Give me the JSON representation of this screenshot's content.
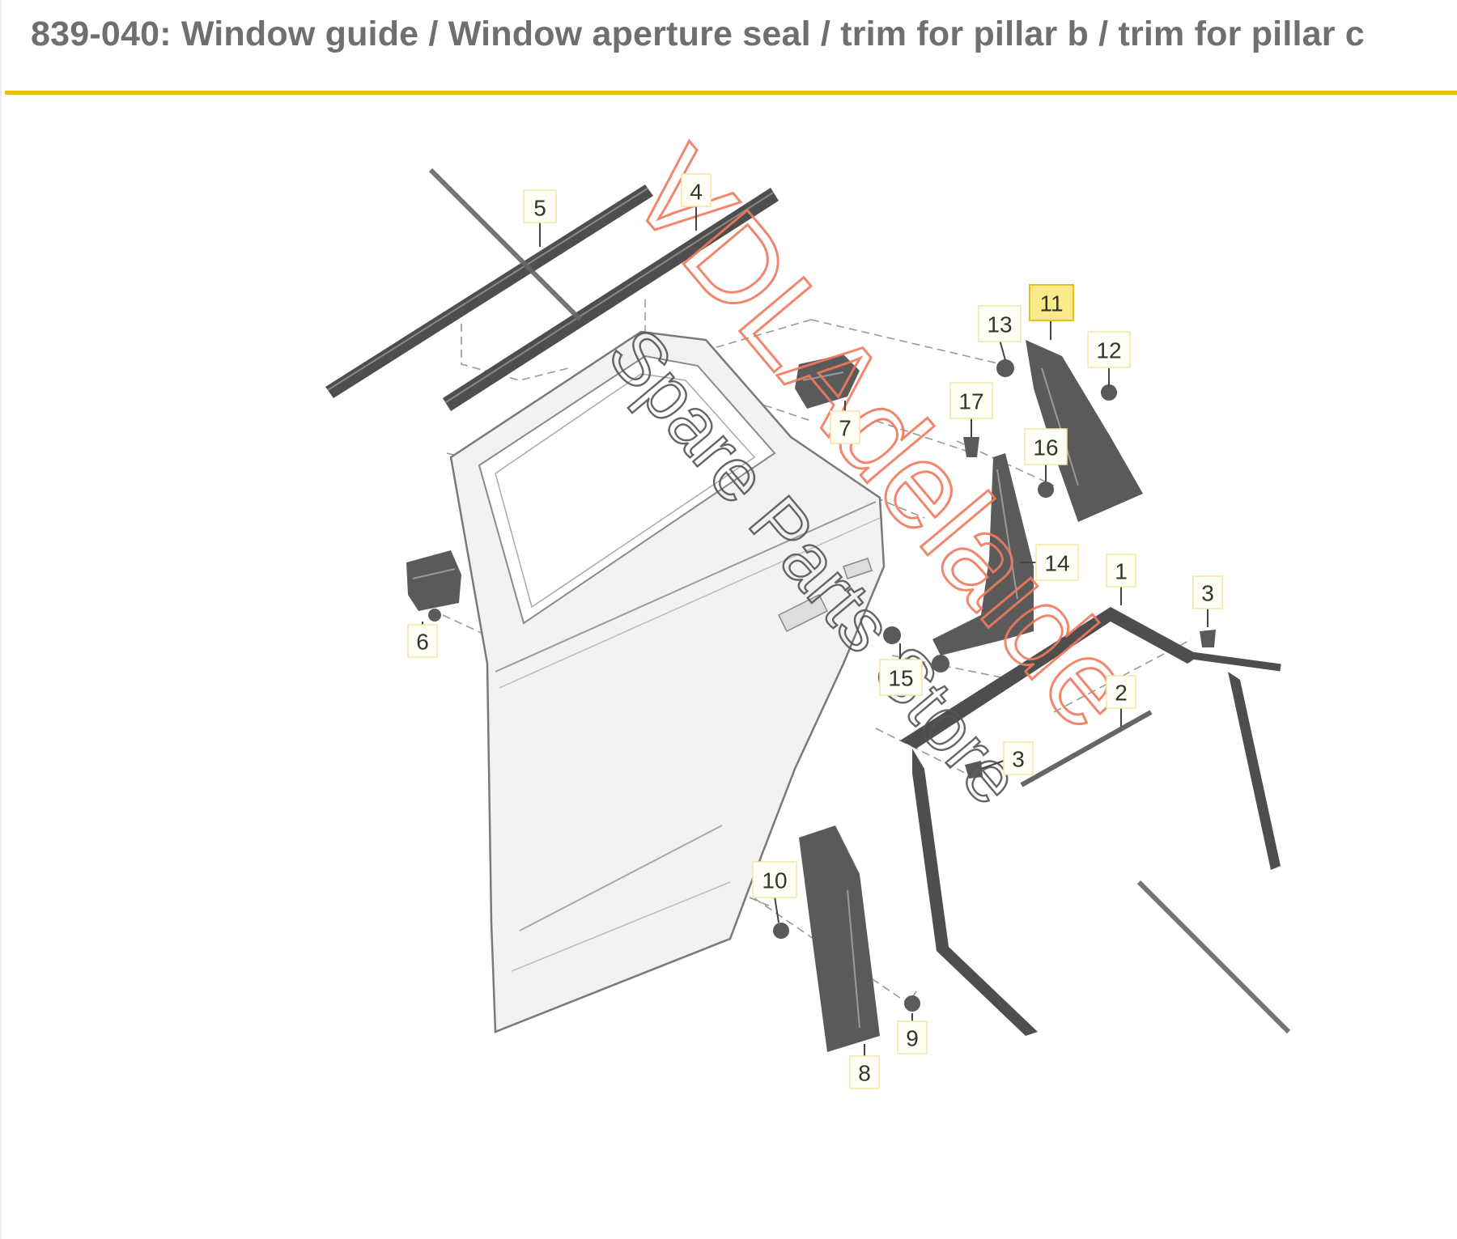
{
  "header": {
    "title": "839-040: Window guide / Window aperture seal / trim for pillar b / trim for pillar c",
    "rule_color": "#e8c01c"
  },
  "callouts": [
    {
      "id": "5",
      "label": "5"
    },
    {
      "id": "4",
      "label": "4"
    },
    {
      "id": "11",
      "label": "11",
      "highlighted": true
    },
    {
      "id": "13",
      "label": "13"
    },
    {
      "id": "12",
      "label": "12"
    },
    {
      "id": "7",
      "label": "7"
    },
    {
      "id": "17",
      "label": "17"
    },
    {
      "id": "16",
      "label": "16"
    },
    {
      "id": "14",
      "label": "14"
    },
    {
      "id": "1",
      "label": "1"
    },
    {
      "id": "3",
      "label": "3"
    },
    {
      "id": "6",
      "label": "6"
    },
    {
      "id": "15",
      "label": "15"
    },
    {
      "id": "2",
      "label": "2"
    },
    {
      "id": "3b",
      "label": "3"
    },
    {
      "id": "10",
      "label": "10"
    },
    {
      "id": "9",
      "label": "9"
    },
    {
      "id": "8",
      "label": "8"
    }
  ],
  "watermark": {
    "main": "VDLAdelaide",
    "sub": "Spare Parts Store",
    "main_color": "#f07a5e"
  },
  "colors": {
    "part_fill": "#5a5a5a",
    "door_fill": "#f2f2f2",
    "highlight": "#fbe98a"
  }
}
